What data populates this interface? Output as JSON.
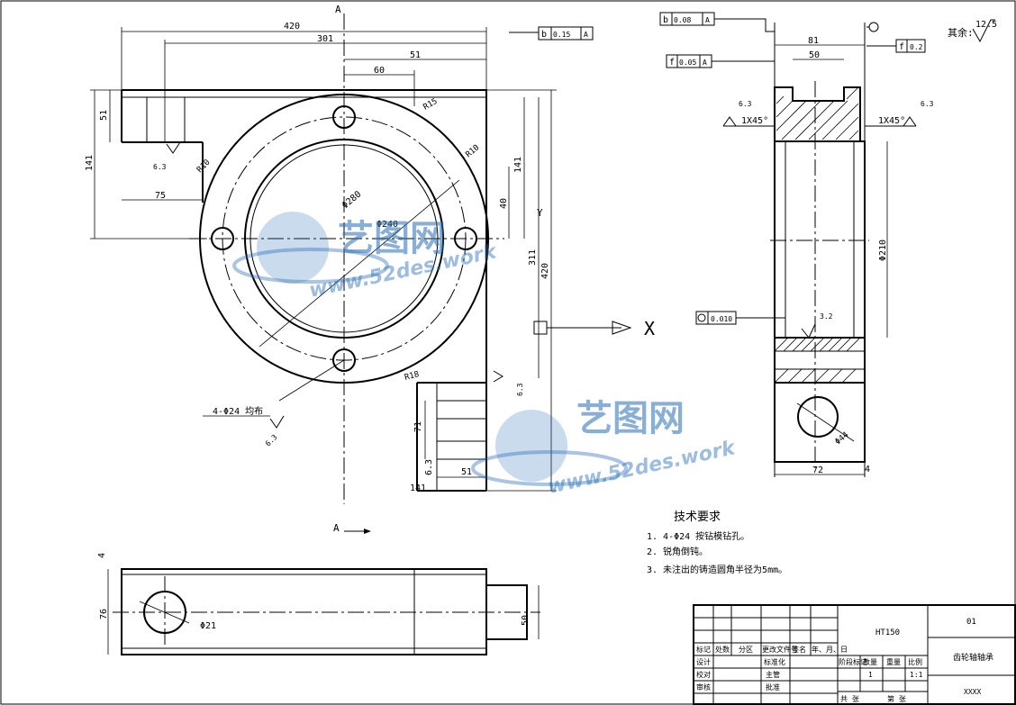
{
  "section_labels": {
    "a_top": "A",
    "a_bottom": "A",
    "y_axis": "Y",
    "x_axis": "X"
  },
  "front_view": {
    "dims": {
      "d420_top": "420",
      "d301": "301",
      "d51_top": "51",
      "d60": "60",
      "d141_left": "141",
      "d51_left": "51",
      "d75": "75",
      "d141_right": "141",
      "d40": "40",
      "d311": "311",
      "d420_right": "420",
      "d71": "71",
      "d51_bottom": "51",
      "d141_bottom": "141",
      "d6_3_bottom": "6.3",
      "r15": "R15",
      "r10": "R10",
      "r10_left": "R10",
      "r18": "R18",
      "phi280": "Φ280",
      "phi240": "Φ240",
      "holes": "4-Φ24 均布"
    },
    "tol_top": {
      "datum": "b",
      "value": "0.15",
      "ref": "A"
    },
    "rough": {
      "left": "6.3",
      "lower_left": "6.3",
      "right": "6.3"
    }
  },
  "side_view": {
    "tol_b": {
      "datum": "b",
      "value": "0.08",
      "ref": "A"
    },
    "tol_f_left": {
      "datum": "f",
      "value": "0.05",
      "ref": "A"
    },
    "tol_f_right": {
      "datum": "f",
      "value": "0.2"
    },
    "tol_circ": {
      "value": "0.010"
    },
    "dims": {
      "d81": "81",
      "d50": "50",
      "chamfer_left": "1X45°",
      "chamfer_right": "1X45°",
      "rough_left": "6.3",
      "rough_right": "6.3",
      "rough_inner": "3.2",
      "phi210": "Φ210",
      "phi44": "Φ44",
      "d72": "72",
      "d4": "4"
    }
  },
  "remaining_roughness": {
    "label": "其余:",
    "value": "12.5"
  },
  "bottom_view": {
    "dims": {
      "d4": "4",
      "d76": "76",
      "phi21": "Φ21",
      "d50": "50"
    }
  },
  "tech_requirements": {
    "title": "技术要求",
    "items": [
      "1. 4-Φ24  按钻模钻孔。",
      "2. 锐角倒钝。",
      "3. 未注出的铸造圆角半径为5mm。"
    ]
  },
  "title_block": {
    "material": "HT150",
    "drawing_no": "01",
    "part_name": "齿轮轴轴承",
    "scale_label": "比例",
    "scale": "1:1",
    "weight_label": "重量",
    "qty_label": "数量",
    "stage_label": "阶段标记",
    "qty": "1",
    "mark": "标记",
    "count": "处数",
    "zone": "分区",
    "change_doc": "更改文件号",
    "signature": "签名",
    "date": "年、月、日",
    "design": "设计",
    "standardize": "标准化",
    "check": "校对",
    "supervise": "主管",
    "review": "审核",
    "approve": "批准",
    "sheets_total": "共  张",
    "sheet_no": "第  张",
    "company": "XXXX"
  },
  "watermark": {
    "brand": "艺图网",
    "url": "www.52des.work"
  }
}
